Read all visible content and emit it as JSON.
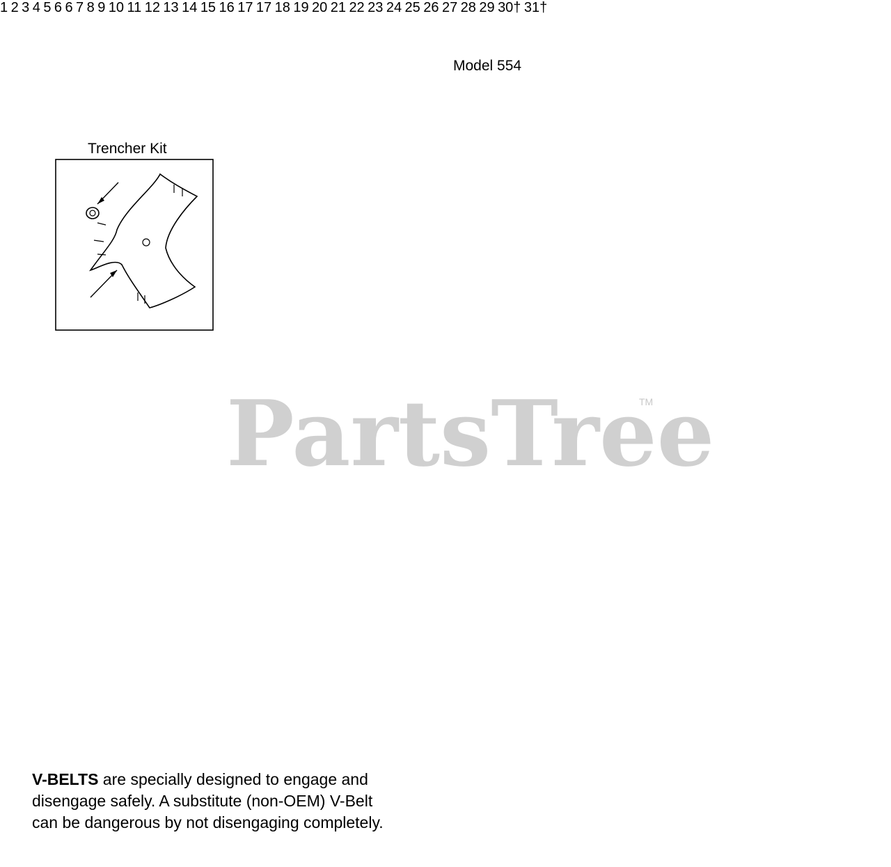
{
  "insets": {
    "trencher_kit": {
      "title": "Trencher Kit",
      "labels": [
        "30†",
        "31†"
      ]
    },
    "model_554": {
      "title": "Model 554"
    }
  },
  "watermark": {
    "text": "PartsTree",
    "tm": "TM"
  },
  "callouts": [
    {
      "id": "c1",
      "text": "1"
    },
    {
      "id": "c2",
      "text": "2"
    },
    {
      "id": "c3",
      "text": "3"
    },
    {
      "id": "c4",
      "text": "4"
    },
    {
      "id": "c5",
      "text": "5"
    },
    {
      "id": "c6a",
      "text": "6"
    },
    {
      "id": "c6b",
      "text": "6"
    },
    {
      "id": "c7",
      "text": "7"
    },
    {
      "id": "c8",
      "text": "8"
    },
    {
      "id": "c9",
      "text": "9"
    },
    {
      "id": "c10",
      "text": "10"
    },
    {
      "id": "c11",
      "text": "11"
    },
    {
      "id": "c12",
      "text": "12"
    },
    {
      "id": "c13",
      "text": "13"
    },
    {
      "id": "c14",
      "text": "14"
    },
    {
      "id": "c15",
      "text": "15"
    },
    {
      "id": "c16",
      "text": "16"
    },
    {
      "id": "c17a",
      "text": "17"
    },
    {
      "id": "c17b",
      "text": "17"
    },
    {
      "id": "c18",
      "text": "18"
    },
    {
      "id": "c19",
      "text": "19"
    },
    {
      "id": "c20",
      "text": "20"
    },
    {
      "id": "c21",
      "text": "21"
    },
    {
      "id": "c22",
      "text": "22"
    },
    {
      "id": "c23",
      "text": "23"
    },
    {
      "id": "c24",
      "text": "24"
    },
    {
      "id": "c25",
      "text": "25"
    },
    {
      "id": "c26",
      "text": "26"
    },
    {
      "id": "c27",
      "text": "27"
    },
    {
      "id": "c28",
      "text": "28"
    },
    {
      "id": "c29",
      "text": "29"
    }
  ],
  "note": {
    "bold": "V-BELTS",
    "line1": " are specially designed to engage and",
    "line2": "disengage safely. A substitute (non-OEM) V-Belt",
    "line3": "can be dangerous by not disengaging completely."
  }
}
